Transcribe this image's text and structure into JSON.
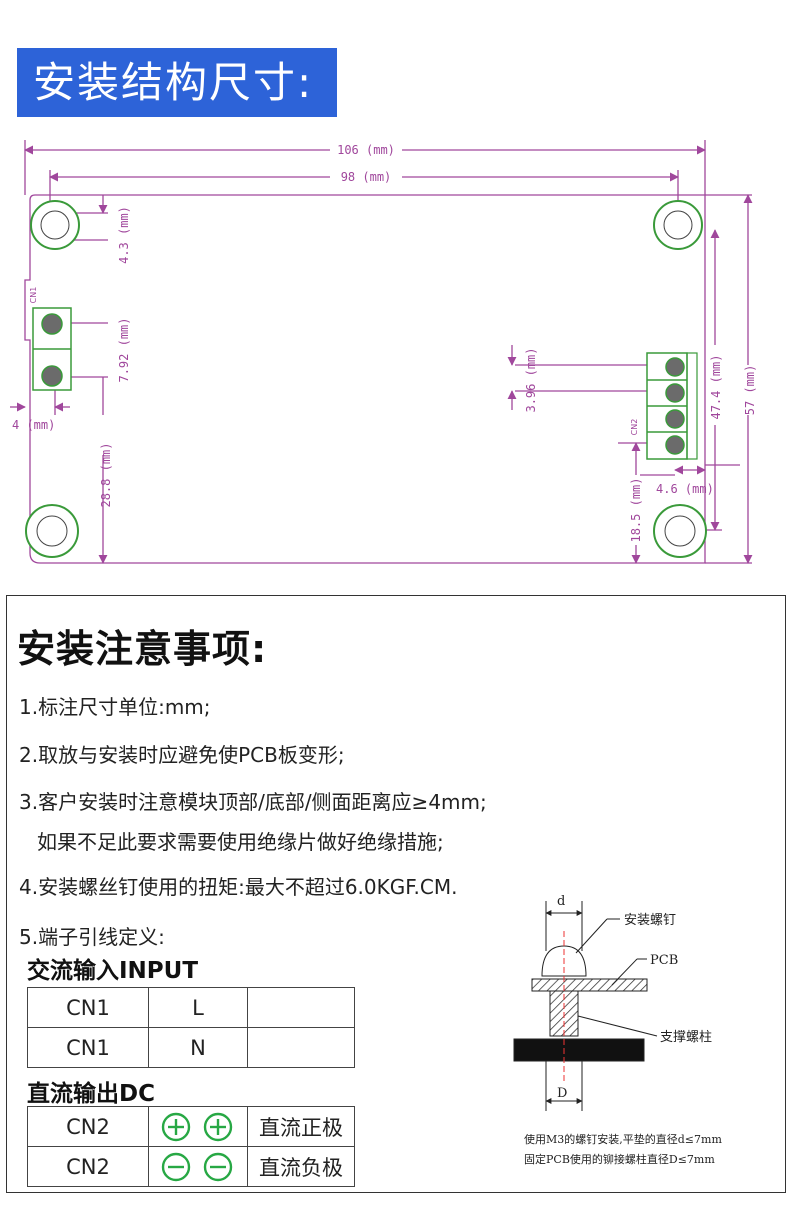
{
  "header": {
    "title": "安装结构尺寸:"
  },
  "diagram": {
    "dims": {
      "overall_width": "106 (mm)",
      "hole_spacing_x": "98 (mm)",
      "hole_offset_top": "4.3 (mm)",
      "cn1_pitch": "7.92 (mm)",
      "cn1_edge": "4 (mm)",
      "cn1_bottom": "28.8 (mm)",
      "cn2_pitch": "3.96 (mm)",
      "cn2_span": "47.4 (mm)",
      "overall_height": "57 (mm)",
      "cn2_edge": "4.6 (mm)",
      "cn2_bottom": "18.5 (mm)"
    },
    "labels": {
      "cn1": "CN1",
      "cn2": "CN2"
    }
  },
  "notes": {
    "title": "安装注意事项:",
    "items": [
      "1.标注尺寸单位:mm;",
      "2.取放与安装时应避免使PCB板变形;",
      "3.客户安装时注意模块顶部/底部/侧面距离应≥4mm;",
      "如果不足此要求需要使用绝缘片做好绝缘措施;",
      "4.安装螺丝钉使用的扭矩:最大不超过6.0KGF.CM.",
      "5.端子引线定义:"
    ],
    "ac_heading": "交流输入INPUT",
    "ac_rows": [
      {
        "pin": "CN1",
        "fn": "L",
        "extra": ""
      },
      {
        "pin": "CN1",
        "fn": "N",
        "extra": ""
      }
    ],
    "dc_heading": "直流输出DC",
    "dc_rows": [
      {
        "pin": "CN2",
        "symbol": "plus-plus",
        "fn": "直流正极"
      },
      {
        "pin": "CN2",
        "symbol": "minus-minus",
        "fn": "直流负极"
      }
    ]
  },
  "install_figure": {
    "d_label": "d",
    "D_label": "D",
    "screw_label": "安装螺钉",
    "pcb_label": "PCB",
    "standoff_label": "支撑螺柱",
    "caption_1": "使用M3的螺钉安装,平垫的直径d≤7mm",
    "caption_2": "固定PCB使用的铆接螺柱直径D≤7mm"
  },
  "colors": {
    "banner": "#2d63d8",
    "board": "#a0479c",
    "holes": "#3a9a3a",
    "icon_green": "#27a844"
  }
}
